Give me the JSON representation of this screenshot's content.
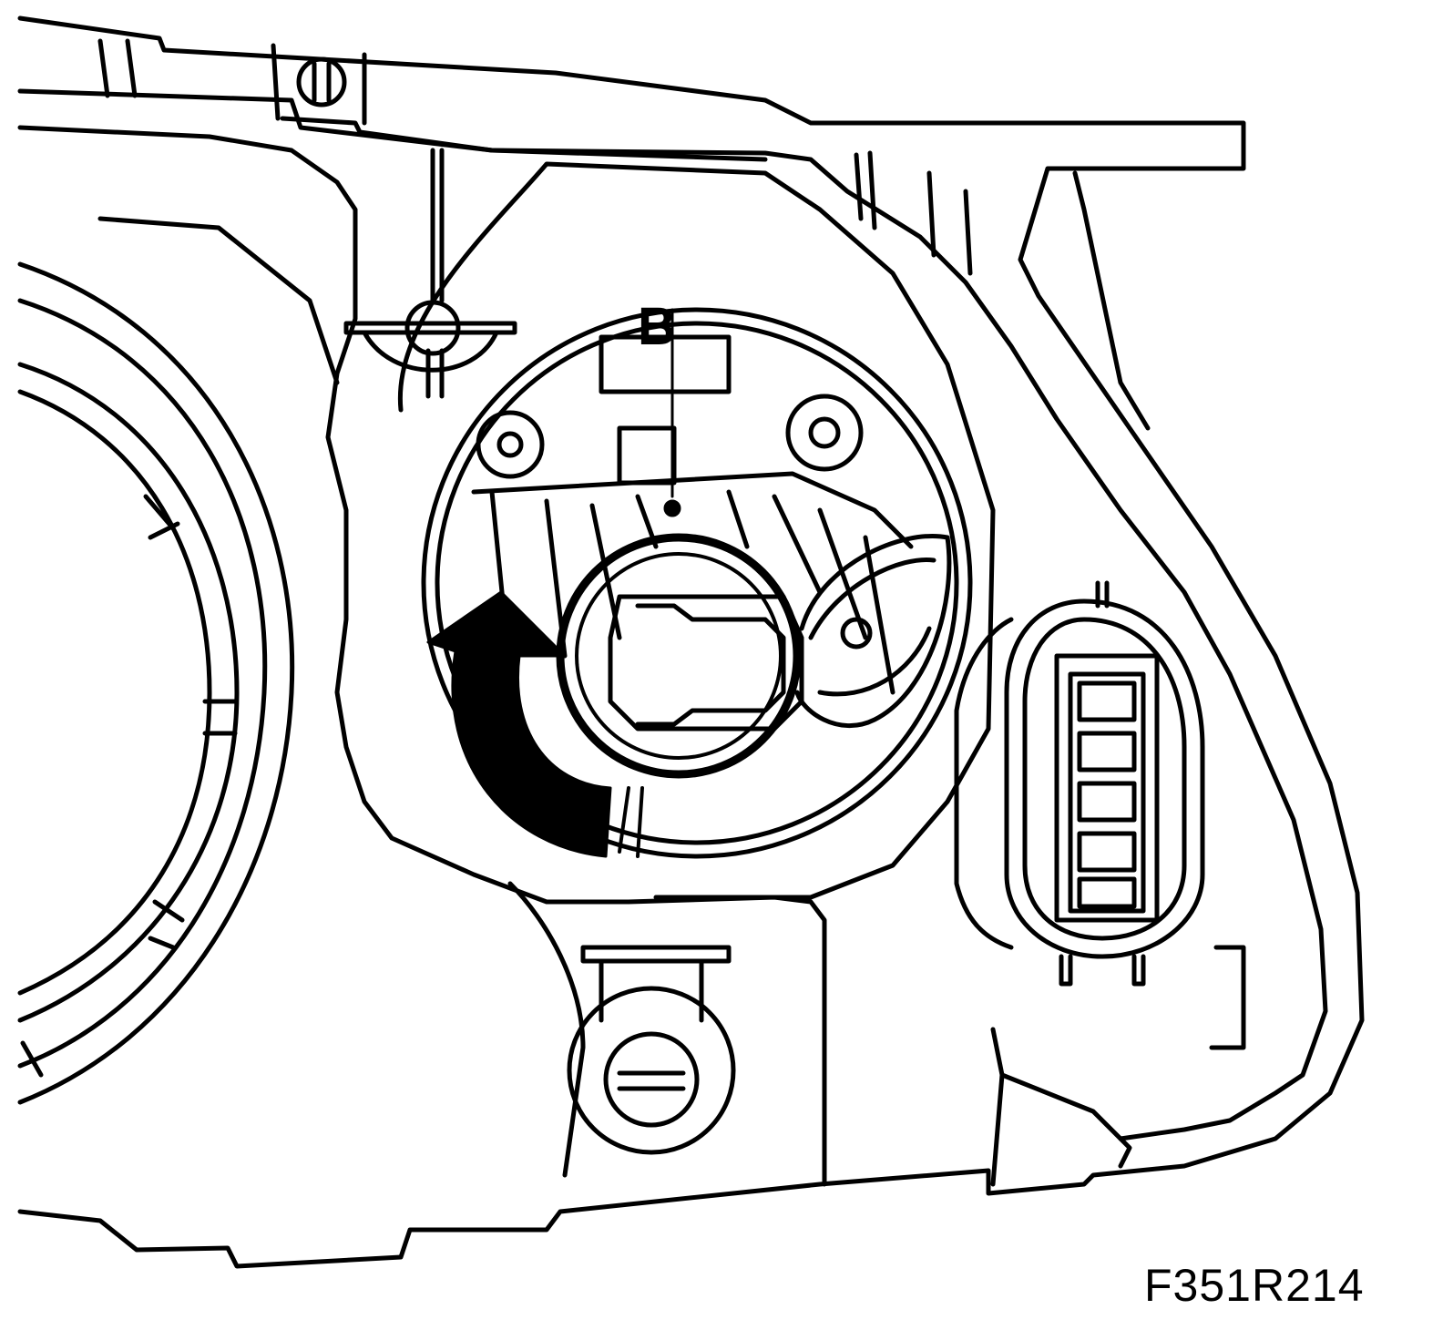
{
  "figure": {
    "callout_label": "B",
    "figure_id": "F351R214",
    "colors": {
      "line": "#000000",
      "background": "#ffffff"
    },
    "parts": [
      "headlamp-housing",
      "bulb-access-opening",
      "bulb-holder",
      "rotation-arrow",
      "mounting-screw",
      "multi-pin-connector",
      "adjuster-screw"
    ]
  }
}
